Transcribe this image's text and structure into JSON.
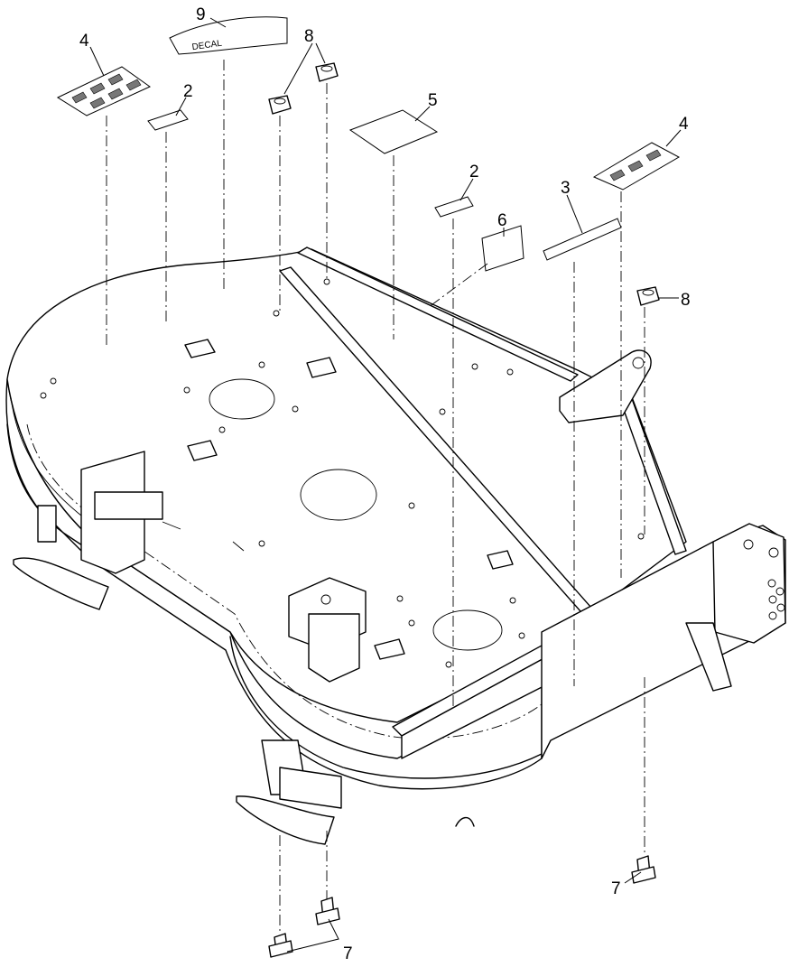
{
  "callouts": [
    {
      "label": "9"
    },
    {
      "label": "8"
    },
    {
      "label": "4"
    },
    {
      "label": "2"
    },
    {
      "label": "5"
    },
    {
      "label": "2"
    },
    {
      "label": "3"
    },
    {
      "label": "4"
    },
    {
      "label": "6"
    },
    {
      "label": "8"
    },
    {
      "label": "7"
    },
    {
      "label": "7"
    }
  ]
}
